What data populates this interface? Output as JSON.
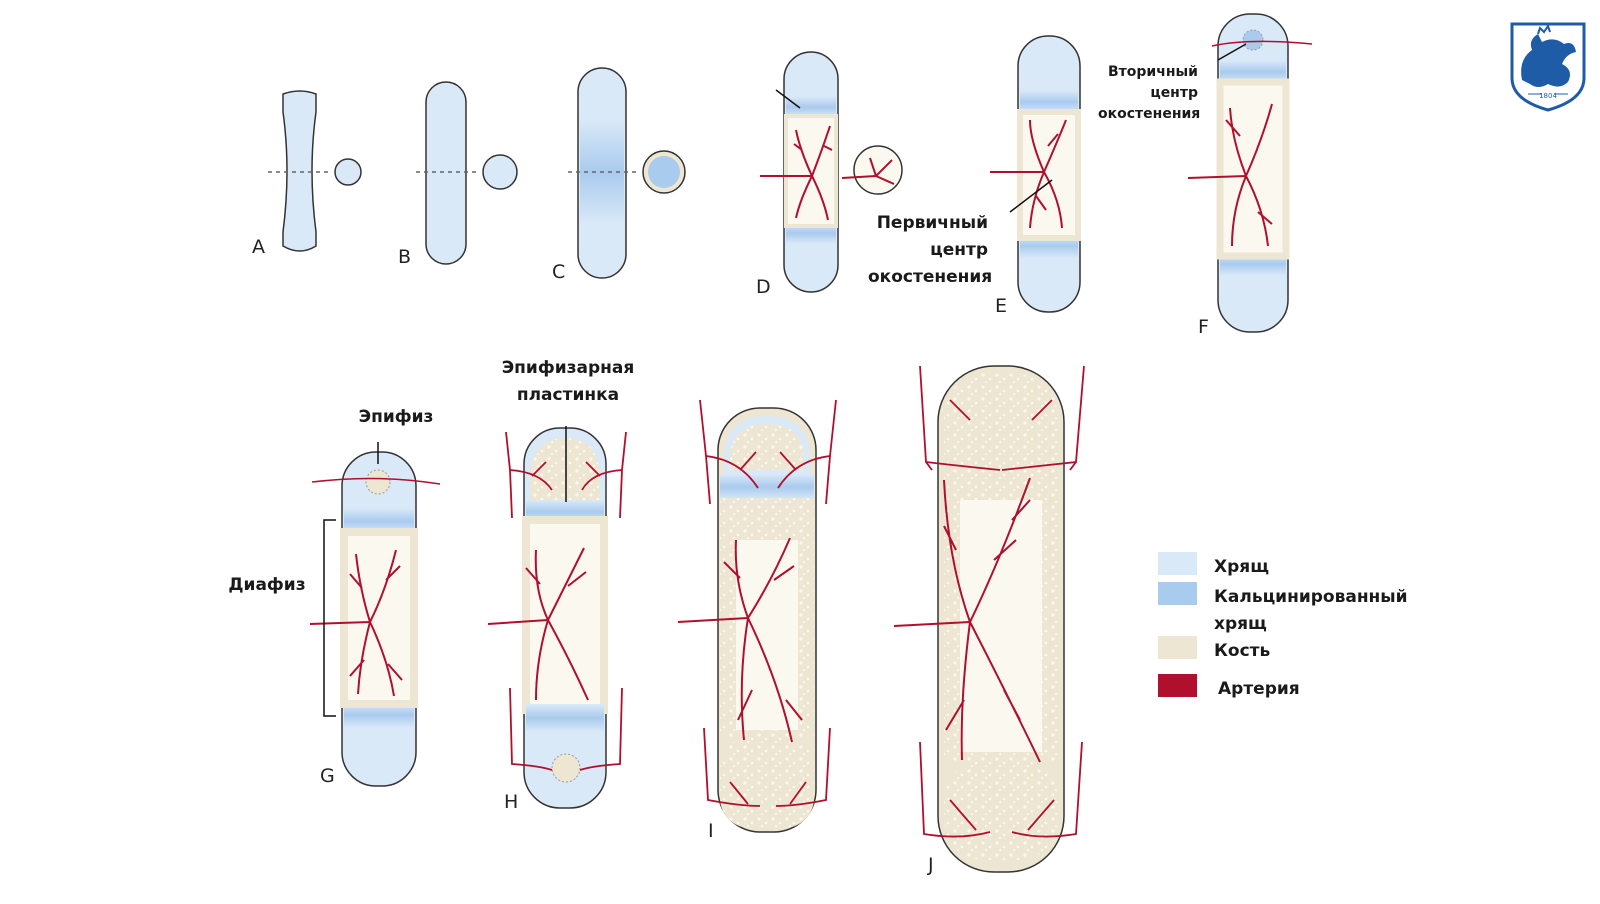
{
  "diagram": {
    "stage_letters": [
      "A",
      "B",
      "C",
      "D",
      "E",
      "F",
      "G",
      "H",
      "I",
      "J"
    ],
    "labels": {
      "primary_center": [
        "Первичный",
        "центр",
        "окостенения"
      ],
      "secondary_center": [
        "Вторичный",
        "центр",
        "окостенения"
      ],
      "epiphysis": "Эпифиз",
      "diaphysis": "Диафиз",
      "epiphyseal_plate": [
        "Эпифизарная",
        "пластинка"
      ]
    },
    "legend": [
      {
        "label": "Хрящ",
        "color": "#dae9f8"
      },
      {
        "label": "Кальцинированный",
        "label2": "хрящ",
        "color": "#a9cbee"
      },
      {
        "label": "Кость",
        "color": "#ede6d2"
      },
      {
        "label": "Артерия",
        "color": "#b0102d"
      }
    ],
    "logo": {
      "icon": "university-crest-icon",
      "year": "1804",
      "color": "#1f5ca8"
    }
  }
}
